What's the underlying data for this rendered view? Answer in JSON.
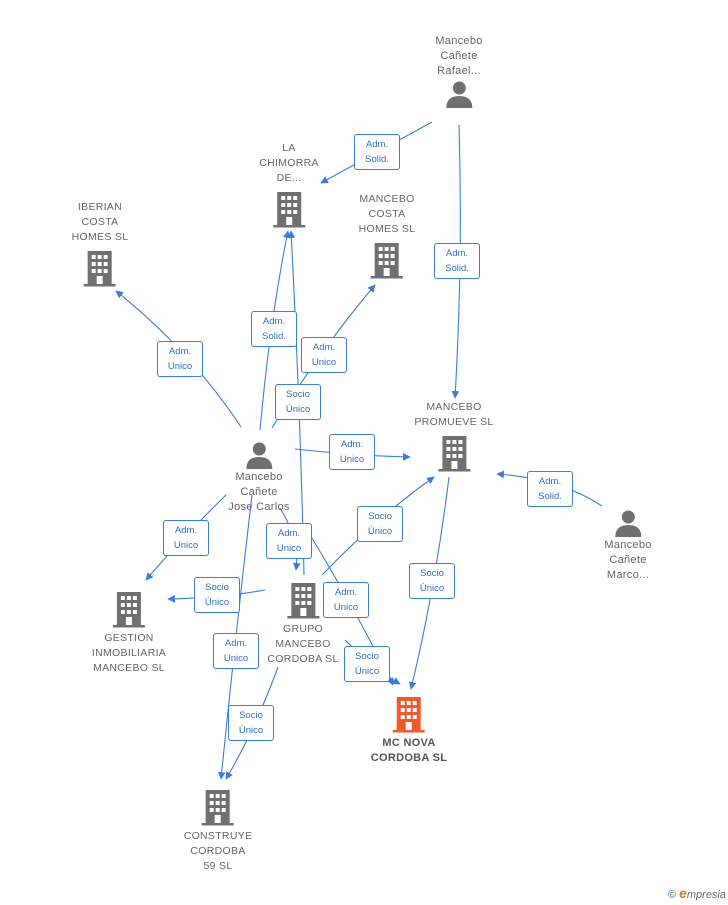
{
  "colors": {
    "edge": "#3b7dd8",
    "node_gray": "#707070",
    "node_main": "#f05a2a"
  },
  "nodes": {
    "rafael": {
      "label": "Mancebo\nCañete\nRafael...",
      "icon": "person-icon"
    },
    "la_chimorra": {
      "label": "LA\nCHIMORRA\nDE...",
      "icon": "building-icon"
    },
    "iberian": {
      "label": "IBERIAN\nCOSTA\nHOMES SL",
      "icon": "building-icon"
    },
    "mancebo_costa": {
      "label": "MANCEBO\nCOSTA\nHOMES SL",
      "icon": "building-icon"
    },
    "promueve": {
      "label": "MANCEBO\nPROMUEVE SL",
      "icon": "building-icon"
    },
    "jose_carlos": {
      "label": "Mancebo\nCañete\nJose Carlos",
      "icon": "person-icon"
    },
    "marco": {
      "label": "Mancebo\nCañete\nMarco...",
      "icon": "person-icon"
    },
    "gestion": {
      "label": "GESTION\nINMOBILIARIA\nMANCEBO SL",
      "icon": "building-icon"
    },
    "grupo": {
      "label": "GRUPO\nMANCEBO\nCORDOBA SL",
      "icon": "building-icon"
    },
    "mc_nova": {
      "label": "MC NOVA\nCORDOBA SL",
      "icon": "building-icon"
    },
    "construye": {
      "label": "CONSTRUYE\nCORDOBA\n59 SL",
      "icon": "building-icon"
    }
  },
  "edge_labels": [
    "Adm.\nSolid.",
    "Adm.\nSolid.",
    "Adm.\nUnico",
    "Adm.\nSolid.",
    "Adm.\nUnico",
    "Socio\nÚnico",
    "Adm.\nUnico",
    "Adm.\nSolid.",
    "Socio\nÚnico",
    "Adm.\nUnico",
    "Adm.\nUnico",
    "Socio\nÚnico",
    "Socio\nÚnico",
    "Adm.\nUnico",
    "Socio\nÚnico",
    "Adm.\nUnico",
    "Socio\nÚnico"
  ],
  "brand": {
    "copyright": "©",
    "name_initial": "e",
    "name_rest": "mpresia"
  }
}
